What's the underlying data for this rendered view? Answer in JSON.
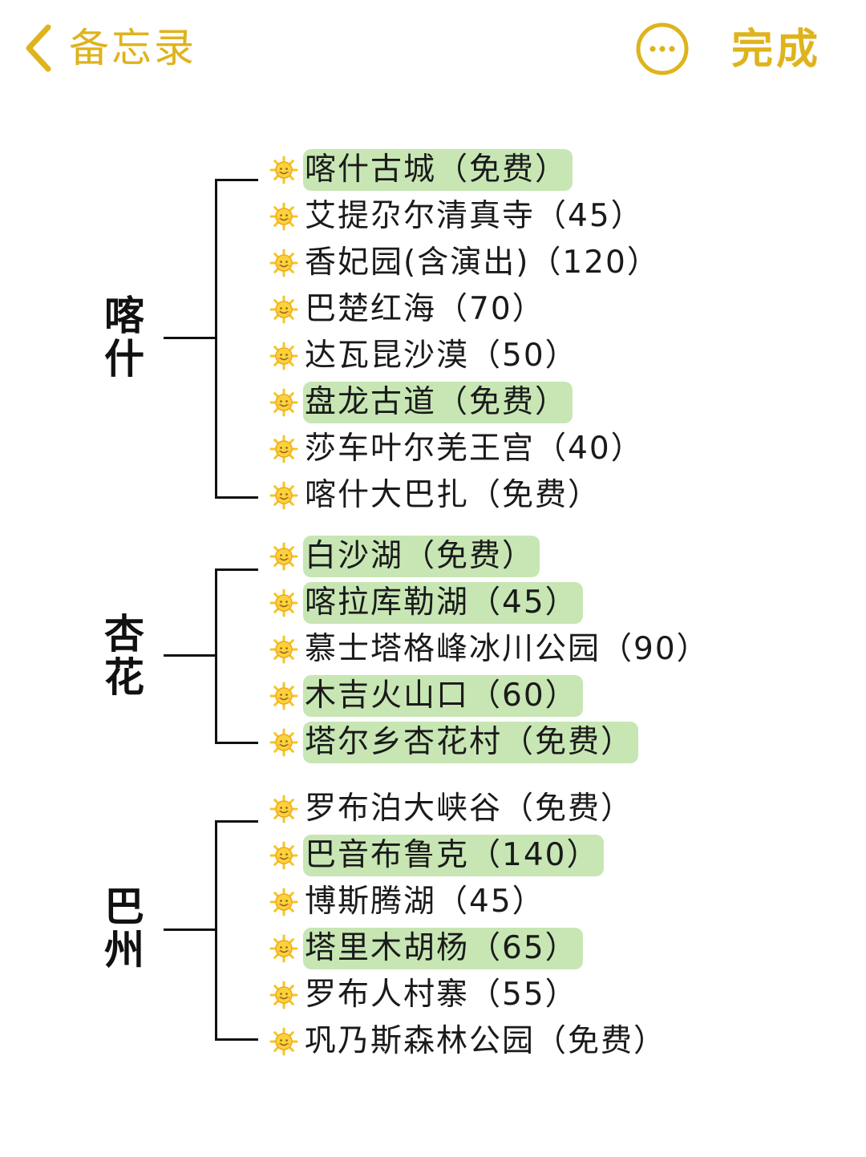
{
  "nav": {
    "back_label": "备忘录",
    "done_label": "完成"
  },
  "colors": {
    "accent": "#dfb31c",
    "highlight": "#c7e6b4",
    "text": "#1a1a1a"
  },
  "icons": {
    "back": "chevron-left-icon",
    "more": "more-circle-icon",
    "bullet": "sun-icon"
  },
  "groups": [
    {
      "label": "喀什",
      "items": [
        {
          "text": "喀什古城（免费）",
          "highlighted": true
        },
        {
          "text": "艾提尕尔清真寺（45）",
          "highlighted": false
        },
        {
          "text": "香妃园(含演出)（120）",
          "highlighted": false
        },
        {
          "text": "巴楚红海（70）",
          "highlighted": false
        },
        {
          "text": "达瓦昆沙漠（50）",
          "highlighted": false
        },
        {
          "text": "盘龙古道（免费）",
          "highlighted": true
        },
        {
          "text": "莎车叶尔羌王宫（40）",
          "highlighted": false
        },
        {
          "text": "喀什大巴扎（免费）",
          "highlighted": false
        }
      ]
    },
    {
      "label": "杏花",
      "items": [
        {
          "text": "白沙湖（免费）",
          "highlighted": true
        },
        {
          "text": "喀拉库勒湖（45）",
          "highlighted": true
        },
        {
          "text": "慕士塔格峰冰川公园（90）",
          "highlighted": false
        },
        {
          "text": "木吉火山口（60）",
          "highlighted": true
        },
        {
          "text": "塔尔乡杏花村（免费）",
          "highlighted": true
        }
      ]
    },
    {
      "label": "巴州",
      "items": [
        {
          "text": "罗布泊大峡谷（免费）",
          "highlighted": false
        },
        {
          "text": "巴音布鲁克（140）",
          "highlighted": true
        },
        {
          "text": "博斯腾湖（45）",
          "highlighted": false
        },
        {
          "text": "塔里木胡杨（65）",
          "highlighted": true
        },
        {
          "text": "罗布人村寨（55）",
          "highlighted": false
        },
        {
          "text": "巩乃斯森林公园（免费）",
          "highlighted": false
        }
      ]
    }
  ]
}
